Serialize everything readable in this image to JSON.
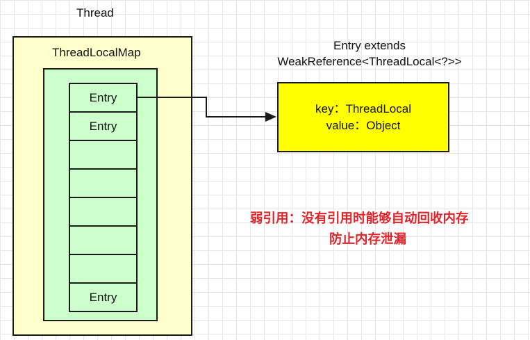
{
  "thread": {
    "label": "Thread"
  },
  "thread_local_map": {
    "label": "ThreadLocalMap"
  },
  "entries": [
    "Entry",
    "Entry",
    "",
    "",
    "",
    "",
    "",
    "Entry"
  ],
  "entry_class": {
    "title_line1": "Entry extends",
    "title_line2": "WeakReference<ThreadLocal<?>>",
    "key_line": "key：ThreadLocal",
    "value_line": "value：Object"
  },
  "note": {
    "line1": "弱引用：没有引用时能够自动回收内存",
    "line2": "防止内存泄漏"
  },
  "colors": {
    "thread_fill": "#ffffcc",
    "map_fill": "#ccffcc",
    "entry_class_fill": "#ffff00",
    "note_text": "#e0242a"
  }
}
